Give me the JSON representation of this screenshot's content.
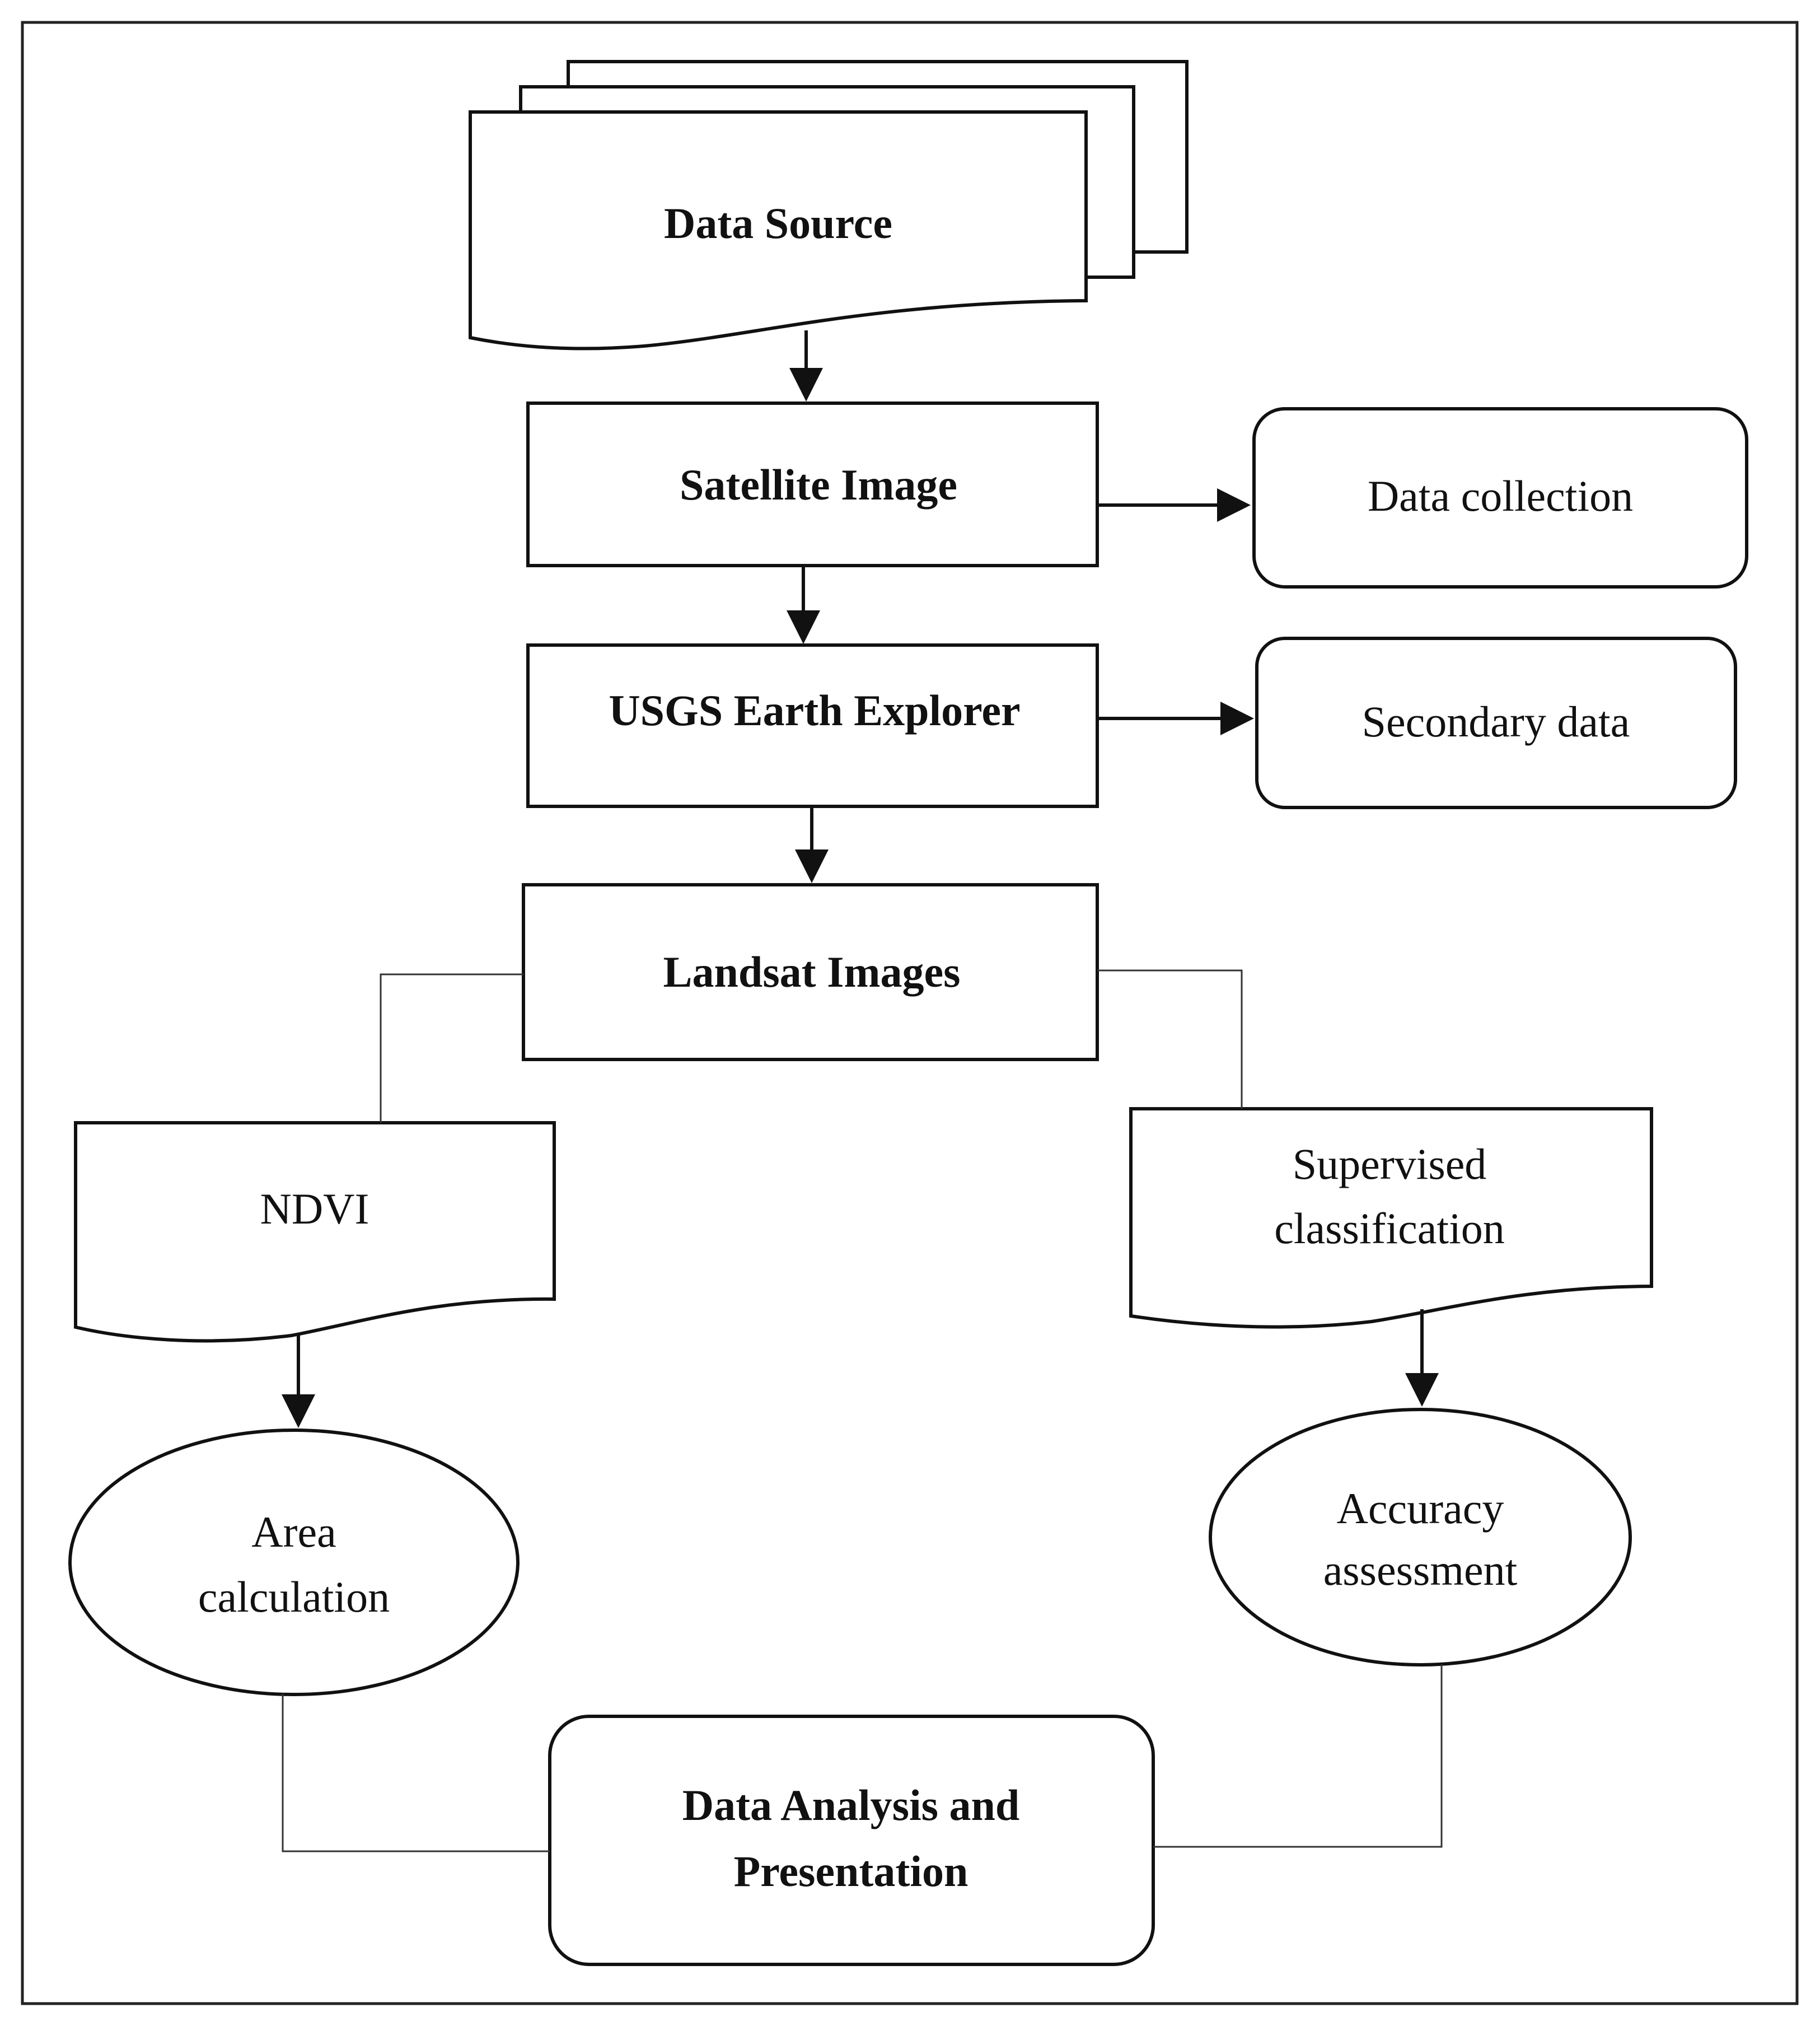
{
  "nodes": {
    "data_source": "Data Source",
    "satellite_image": "Satellite Image",
    "data_collection": "Data collection",
    "usgs": "USGS Earth Explorer",
    "secondary_data": "Secondary data",
    "landsat": "Landsat Images",
    "ndvi": "NDVI",
    "supervised_line1": "Supervised",
    "supervised_line2": "classification",
    "area_line1": "Area",
    "area_line2": "calculation",
    "accuracy_line1": "Accuracy",
    "accuracy_line2": "assessment",
    "analysis_line1": "Data Analysis and",
    "analysis_line2": "Presentation"
  }
}
